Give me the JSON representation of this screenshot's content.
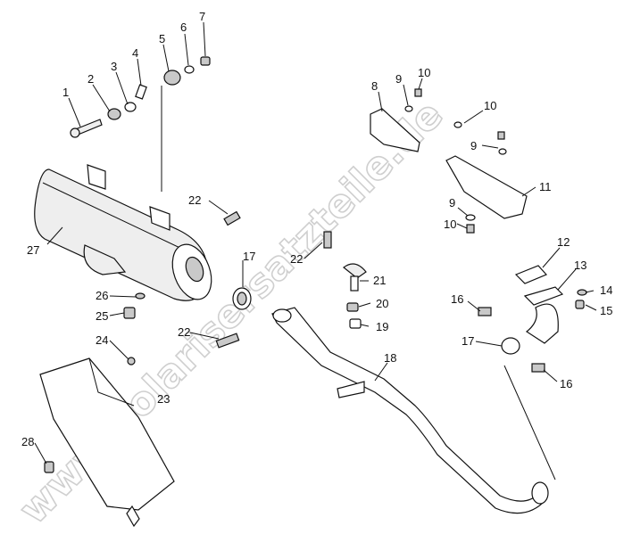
{
  "watermark": "www.polarisersatzteile.de",
  "callouts": {
    "p1": "1",
    "p2": "2",
    "p3": "3",
    "p4": "4",
    "p5": "5",
    "p6": "6",
    "p7": "7",
    "p8": "8",
    "p9a": "9",
    "p9b": "9",
    "p9c": "9",
    "p10a": "10",
    "p10b": "10",
    "p10c": "10",
    "p11": "11",
    "p12": "12",
    "p13": "13",
    "p14": "14",
    "p15": "15",
    "p16a": "16",
    "p16b": "16",
    "p17a": "17",
    "p17b": "17",
    "p18": "18",
    "p19": "19",
    "p20": "20",
    "p21": "21",
    "p22a": "22",
    "p22b": "22",
    "p22c": "22",
    "p23": "23",
    "p24": "24",
    "p25": "25",
    "p26": "26",
    "p27": "27",
    "p28": "28"
  }
}
